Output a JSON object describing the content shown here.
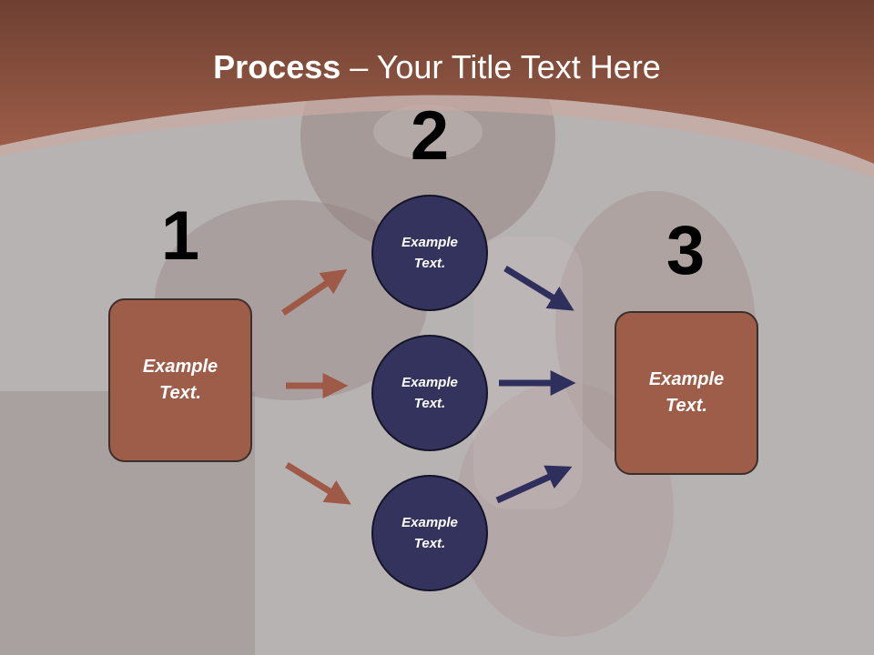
{
  "slide": {
    "title_bold": "Process",
    "title_rest": " – Your Title Text Here",
    "steps": [
      {
        "number": "1",
        "text_line1": "Example",
        "text_line2": "Text."
      },
      {
        "number": "2"
      },
      {
        "number": "3",
        "text_line1": "Example",
        "text_line2": "Text."
      }
    ],
    "circles": [
      {
        "text_line1": "Example",
        "text_line2": "Text."
      },
      {
        "text_line1": "Example",
        "text_line2": "Text."
      },
      {
        "text_line1": "Example",
        "text_line2": "Text."
      }
    ]
  },
  "colors": {
    "header": "#9c5a47",
    "box_fill": "#9e5d49",
    "circle_fill": "#33335e",
    "arrow_brown": "#9e5a46",
    "arrow_navy": "#2f2f5e",
    "background": "#b9b4b4"
  }
}
